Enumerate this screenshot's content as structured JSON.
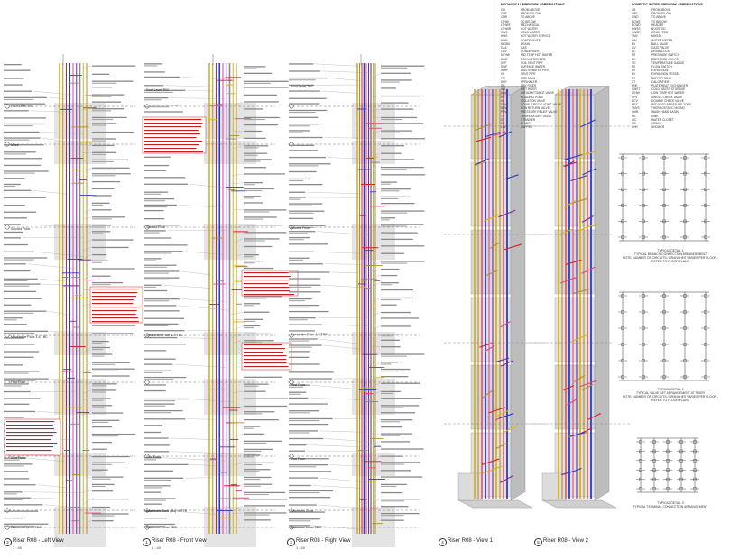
{
  "views": [
    {
      "num": "2",
      "title": "Riser R08 - Left View",
      "scale": "1 : 40"
    },
    {
      "num": "1",
      "title": "Riser R08 - Front View",
      "scale": "1 : 40"
    },
    {
      "num": "3",
      "title": "Riser R08 - Right View",
      "scale": "1 : 40"
    },
    {
      "num": "4",
      "title": "Riser R08 - View 1",
      "scale": ""
    },
    {
      "num": "5",
      "title": "Riser R08 - View 2",
      "scale": ""
    }
  ],
  "levels": {
    "roof": "Roof Level TBC",
    "plant": "Mezz",
    "second": "Second Floor",
    "mezz_first": "Mezzanine Floor 1.5 TBC",
    "first": "First Floor",
    "ground": "Gnd Floor",
    "basement": "Basement Zone",
    "basement_zone": "Basement Zone (B4) +FFTE",
    "cellar": "Basement Level TBC"
  },
  "legends": {
    "mechanical_heading": "MECHANICAL PIPEWORK ABBREVIATIONS",
    "mechanical": [
      [
        "CH",
        "FROM ABOVE"
      ],
      [
        "CHF",
        "FROM BELOW"
      ],
      [
        "CHR",
        "TO ABOVE"
      ],
      [
        "LTHW",
        "TO BELOW"
      ],
      [
        "LTHWF",
        "MECHANICAL"
      ],
      [
        "LTHWR",
        "HOT WATER"
      ],
      [
        "CWS",
        "COLD WATER"
      ],
      [
        "HWS",
        "HOT WATER SERVICE"
      ],
      [
        "HWR",
        "CONDENSATE"
      ],
      [
        "MCWS",
        "DRAIN"
      ],
      [
        "GAS",
        "GAS"
      ],
      [
        "CDV",
        "CONDENSER"
      ],
      [
        "MTHW",
        "MID TEMP HOT WATER"
      ],
      [
        "RWP",
        "RAIN WATER PIPE"
      ],
      [
        "SVP",
        "SOIL VENT PIPE"
      ],
      [
        "SWP",
        "SURFACE WATER"
      ],
      [
        "WWP",
        "WASTE WATER PIPE"
      ],
      [
        "VP",
        "VENT PIPE"
      ],
      [
        "FM",
        "FIRE MAIN"
      ],
      [
        "SPR",
        "SPRINKLER"
      ],
      [
        "DR",
        "DRY RISER"
      ],
      [
        "WR",
        "WET RISER"
      ],
      [
        "AAV",
        "AIR ADMITTANCE VALVE"
      ],
      [
        "RP",
        "RODDING POINT"
      ],
      [
        "IV",
        "ISOLATION VALVE"
      ],
      [
        "DRV",
        "DOUBLE REGULATING VALVE"
      ],
      [
        "NRV",
        "NON RETURN VALVE"
      ],
      [
        "PRV",
        "PRESSURE RELIEF VALVE"
      ],
      [
        "TV",
        "TEMPERATURE VALVE"
      ],
      [
        "ST",
        "STRAINER"
      ],
      [
        "FL",
        "FLANGE"
      ],
      [
        "CAP",
        "CAPPED"
      ]
    ],
    "domestic_heading": "DOMESTIC WATER PIPEWORK ABBREVIATIONS",
    "domestic": [
      [
        "CB",
        "FROM ABOVE"
      ],
      [
        "CBF",
        "FROM BELOW"
      ],
      [
        "CWD",
        "TO ABOVE"
      ],
      [
        "BCWS",
        "TO BELOW"
      ],
      [
        "BCWD",
        "HEADER"
      ],
      [
        "HWSS",
        "BOOSTED"
      ],
      [
        "HWSR",
        "COLD FEED"
      ],
      [
        "TMV",
        "MIXED"
      ],
      [
        "WM",
        "WATER METER"
      ],
      [
        "BV",
        "BALL VALVE"
      ],
      [
        "GV",
        "GATE VALVE"
      ],
      [
        "DC",
        "DRAIN COCK"
      ],
      [
        "PS",
        "PRESSURE SWITCH"
      ],
      [
        "PG",
        "PRESSURE GAUGE"
      ],
      [
        "TG",
        "TEMPERATURE GAUGE"
      ],
      [
        "FS",
        "FLOW SWITCH"
      ],
      [
        "ES",
        "EXPANSION"
      ],
      [
        "EV",
        "EXPANSION VESSEL"
      ],
      [
        "BT",
        "BUFFER TANK"
      ],
      [
        "CT",
        "CALORIFIER"
      ],
      [
        "PHE",
        "PLATE HEAT EXCHANGER"
      ],
      [
        "CWST",
        "COLD WATER STORAGE"
      ],
      [
        "LTHW",
        "LOW TEMP HOT WATER"
      ],
      [
        "SPV",
        "SINGLE CHECK VALVE"
      ],
      [
        "DCV",
        "DOUBLE CHECK VALVE"
      ],
      [
        "RPZ",
        "REDUCED PRESSURE ZONE"
      ],
      [
        "TMV3",
        "THERMOSTATIC MIXING"
      ],
      [
        "WHB",
        "WASH HAND BASIN"
      ],
      [
        "SK",
        "SINK"
      ],
      [
        "WC",
        "WATER CLOSET"
      ],
      [
        "UR",
        "URINAL"
      ],
      [
        "SHR",
        "SHOWER"
      ]
    ]
  },
  "details": [
    {
      "title": "TYPICAL DETAIL 1",
      "sub": "TYPICAL BRANCH CONNECTION ARRANGEMENT",
      "note": "NOTE: NUMBER OF CIRCUITS / BRANCHES VARIES PER FLOOR - REFER TO FLOOR PLANS"
    },
    {
      "title": "TYPICAL DETAIL 2",
      "sub": "TYPICAL VALVE SET ARRANGEMENT AT RISER",
      "note": "NOTE: NUMBER OF CIRCUITS / BRANCHES VARIES PER FLOOR - REFER TO FLOOR PLANS"
    },
    {
      "title": "TYPICAL DETAIL 3",
      "sub": "TYPICAL TERMINAL CONNECTION ARRANGEMENT",
      "note": ""
    }
  ],
  "colors": {
    "lthw_flow": "#d6202a",
    "lthw_return": "#e8428a",
    "cws": "#2a3cc9",
    "chw": "#6f2aa8",
    "gas": "#d8b21a",
    "drainage": "#b88a2e",
    "builders_work": "#c8c8c8",
    "annotation_red": "#c81e1e"
  }
}
